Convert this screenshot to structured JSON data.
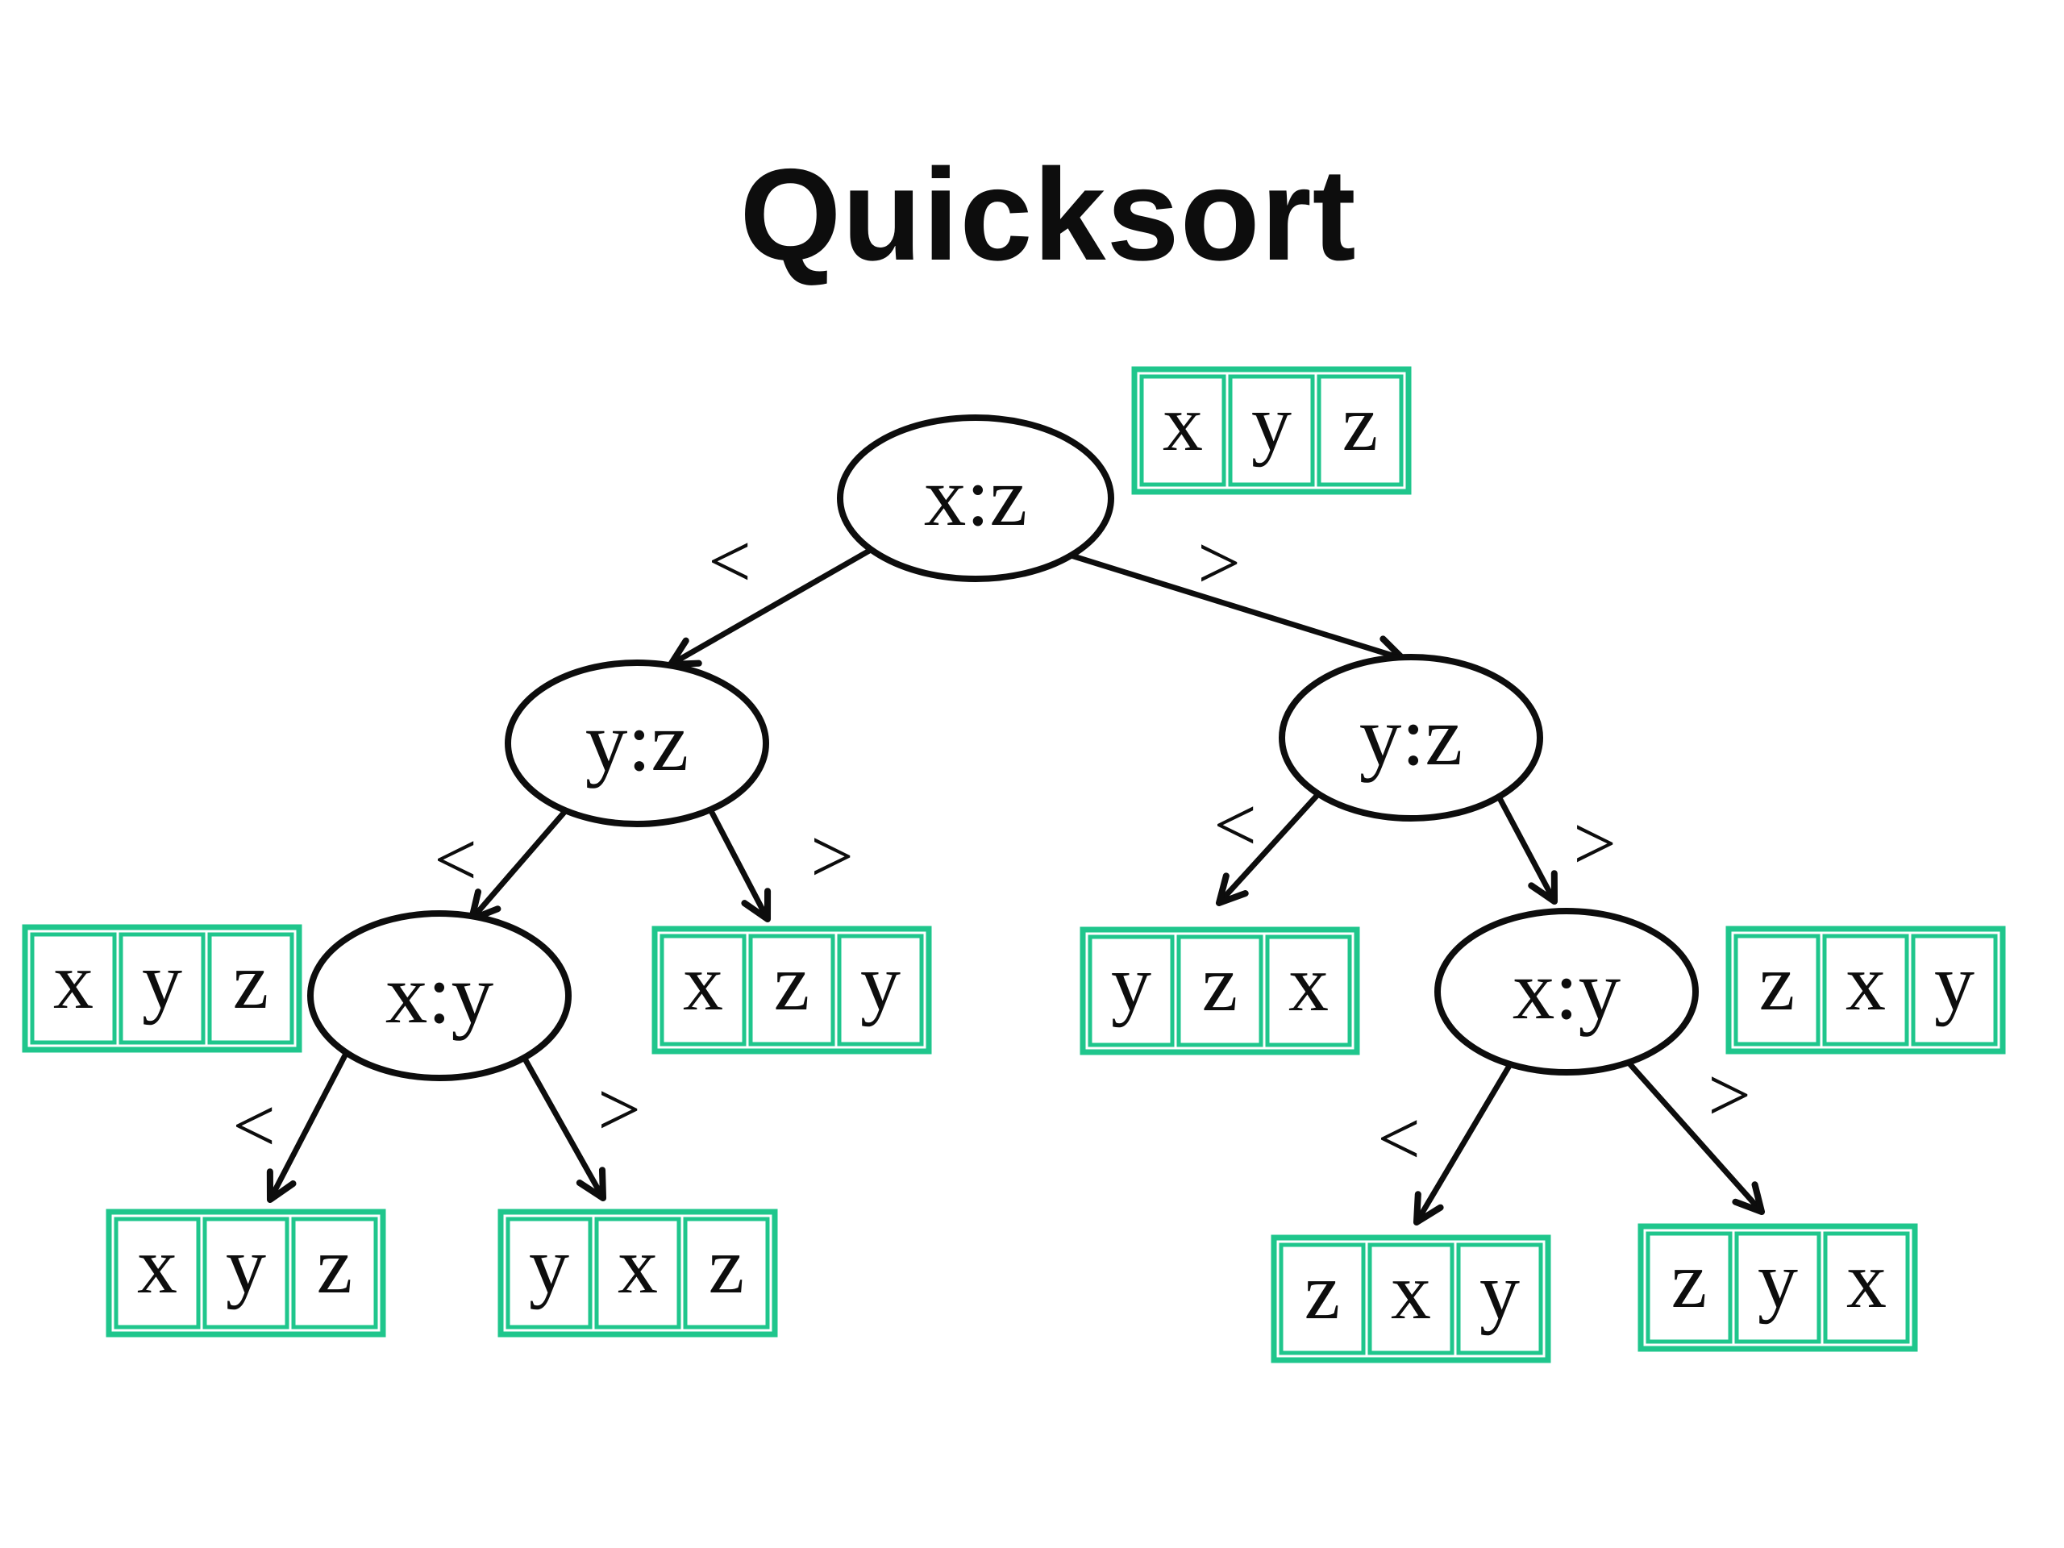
{
  "title": "Quicksort",
  "colors": {
    "box_border": "#1fc68c",
    "ink": "#0d0d0d",
    "background": "#ffffff"
  },
  "tree": {
    "nodes": [
      {
        "id": "root",
        "comparison": "x:z"
      },
      {
        "id": "left-yz",
        "comparison": "y:z"
      },
      {
        "id": "right-yz",
        "comparison": "y:z"
      },
      {
        "id": "left-xy",
        "comparison": "x:y"
      },
      {
        "id": "right-xy",
        "comparison": "x:y"
      }
    ],
    "edges": [
      {
        "parent": "root",
        "side": "left",
        "label": "<"
      },
      {
        "parent": "root",
        "side": "right",
        "label": ">"
      },
      {
        "parent": "left-yz",
        "side": "left",
        "label": "<"
      },
      {
        "parent": "left-yz",
        "side": "right",
        "label": ">"
      },
      {
        "parent": "left-xy",
        "side": "left",
        "label": "<"
      },
      {
        "parent": "left-xy",
        "side": "right",
        "label": ">"
      },
      {
        "parent": "right-yz",
        "side": "left",
        "label": "<"
      },
      {
        "parent": "right-yz",
        "side": "right",
        "label": ">"
      },
      {
        "parent": "right-xy",
        "side": "left",
        "label": "<"
      },
      {
        "parent": "right-xy",
        "side": "right",
        "label": ">"
      }
    ]
  },
  "boxes": [
    {
      "id": "array-input-xyz",
      "cells": [
        "x",
        "y",
        "z"
      ]
    },
    {
      "id": "array-midleft-xyz",
      "cells": [
        "x",
        "y",
        "z"
      ]
    },
    {
      "id": "array-mid-xzy",
      "cells": [
        "x",
        "z",
        "y"
      ]
    },
    {
      "id": "array-mid-yzx",
      "cells": [
        "y",
        "z",
        "x"
      ]
    },
    {
      "id": "array-right-zxy",
      "cells": [
        "z",
        "x",
        "y"
      ]
    },
    {
      "id": "array-bottom-xyz",
      "cells": [
        "x",
        "y",
        "z"
      ]
    },
    {
      "id": "array-bottom-yxz",
      "cells": [
        "y",
        "x",
        "z"
      ]
    },
    {
      "id": "array-bottom-zxy",
      "cells": [
        "z",
        "x",
        "y"
      ]
    },
    {
      "id": "array-bottom-zyx",
      "cells": [
        "z",
        "y",
        "x"
      ]
    }
  ]
}
